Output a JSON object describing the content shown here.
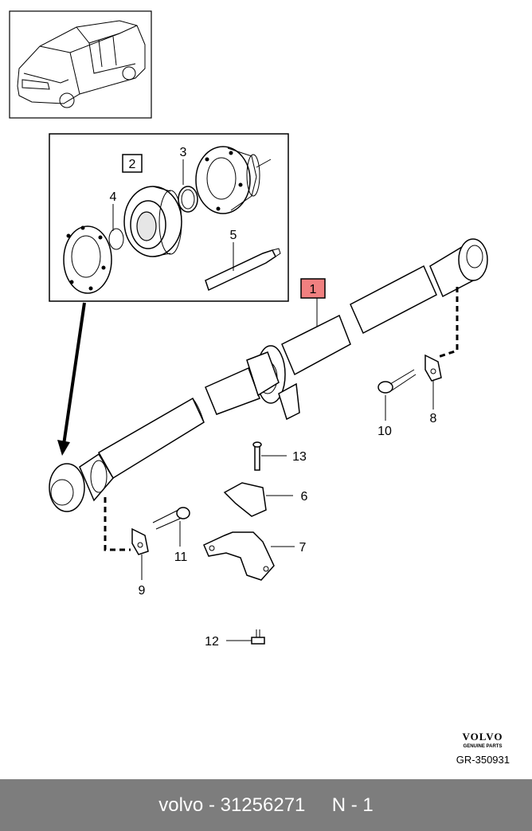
{
  "callouts": {
    "c1": "1",
    "c2": "2",
    "c3": "3",
    "c4": "4",
    "c5": "5",
    "c6": "6",
    "c7": "7",
    "c8": "8",
    "c9": "9",
    "c10": "10",
    "c11": "11",
    "c12": "12",
    "c13": "13"
  },
  "brand": {
    "logo": "VOLVO",
    "tagline": "GENUINE PARTS",
    "ref_code": "GR-350931"
  },
  "footer": {
    "text": "volvo - 31256271     N - 1"
  },
  "colors": {
    "highlight": "#f08080",
    "footer_bg": "#7d7d7d"
  }
}
